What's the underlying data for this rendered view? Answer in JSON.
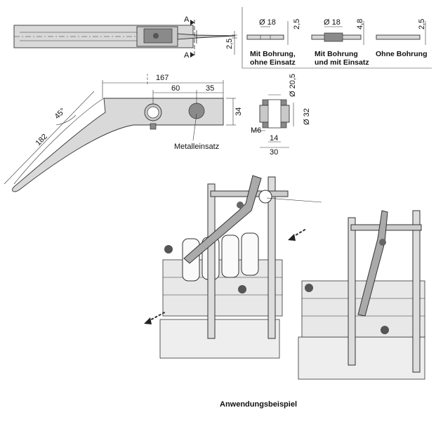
{
  "top_view": {
    "section_a_top": "A",
    "section_a_bottom": "A",
    "dim_thickness": "2,5"
  },
  "sections": {
    "s1": {
      "dia": "Ø 18",
      "thick": "2,5",
      "caption1": "Mit Bohrung,",
      "caption2": "ohne Einsatz"
    },
    "s2": {
      "dia": "Ø 18",
      "thick": "4,8",
      "caption1": "Mit Bohrung",
      "caption2": "und mit Einsatz"
    },
    "s3": {
      "thick": "2,5",
      "caption1": "Ohne Bohrung"
    }
  },
  "side_view": {
    "dim_total": "167",
    "dim_60": "60",
    "dim_35": "35",
    "dim_height": "34",
    "dim_length": "182",
    "dim_angle": "45°",
    "label_insert": "Metalleinsatz"
  },
  "insert_detail": {
    "dim_top": "Ø 20,5",
    "dim_side": "Ø 32",
    "thread": "M6",
    "dim_14": "14",
    "dim_30": "30"
  },
  "illustration": {
    "caption": "Anwendungsbeispiel"
  }
}
